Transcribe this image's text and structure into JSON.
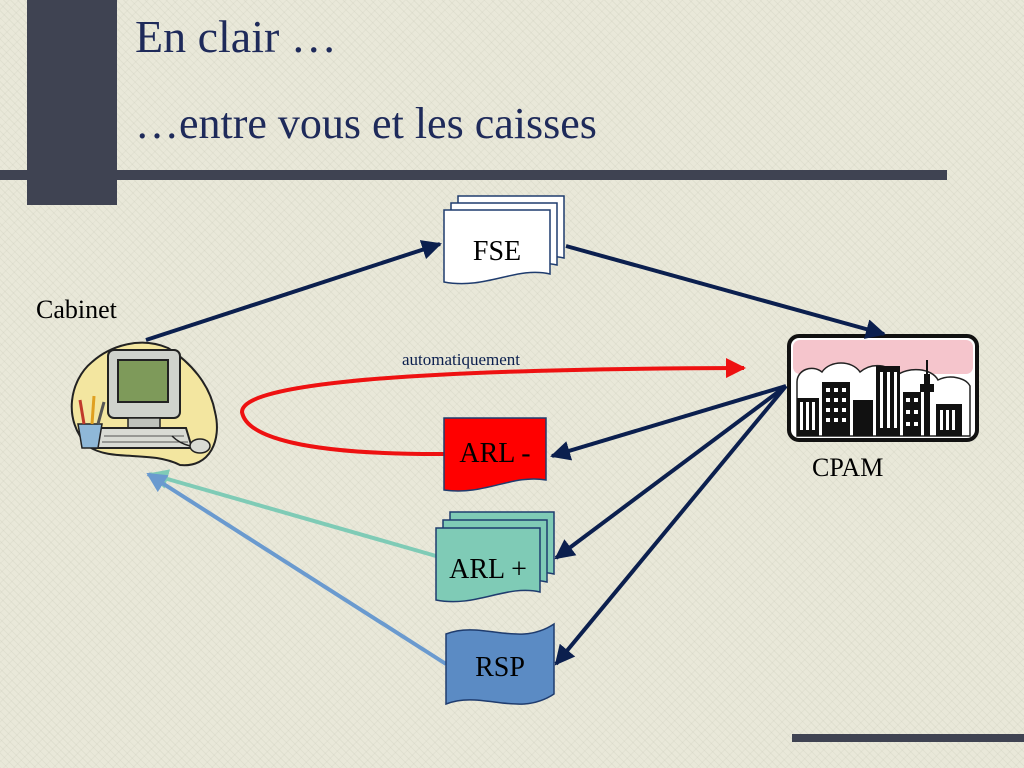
{
  "slide": {
    "title": "En clair …",
    "subtitle": "…entre vous et les caisses"
  },
  "diagram": {
    "nodes": {
      "cabinet": {
        "label": "Cabinet",
        "icon": "computer-icon"
      },
      "cpam": {
        "label": "CPAM",
        "icon": "city-building-icon"
      },
      "fse": {
        "label": "FSE",
        "color": "#ffffff"
      },
      "arl_minus": {
        "label": "ARL -",
        "color": "#ff0000"
      },
      "arl_plus": {
        "label": "ARL +",
        "color": "#7fcbb6"
      },
      "rsp": {
        "label": "RSP",
        "color": "#5b8bc4"
      }
    },
    "edge_labels": {
      "auto": "automatiquement"
    },
    "colors": {
      "navy_arrow": "#0b1f4e",
      "red_arrow": "#ee1111",
      "teal_arrow": "#7fcbb6",
      "blue_arrow": "#6a9acf",
      "dark_band": "#3f4352",
      "title_text": "#1e2a5a"
    }
  }
}
